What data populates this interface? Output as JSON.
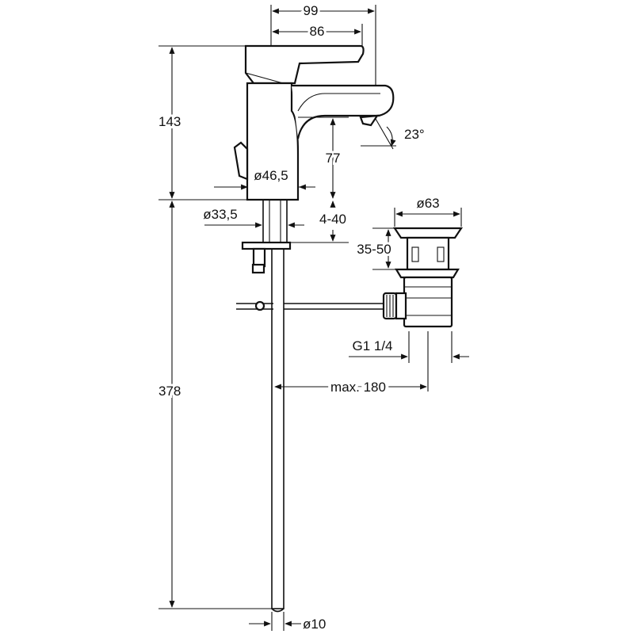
{
  "dimensions": {
    "width_total": "99",
    "width_lever": "86",
    "height_body": "143",
    "spout_height": "77",
    "spout_angle": "23°",
    "body_diameter": "ø46,5",
    "shank_diameter": "ø33,5",
    "thickness_range": "4-40",
    "waste_diameter": "ø63",
    "waste_height": "35-50",
    "thread": "G1 1/4",
    "rod_reach": "max. 180",
    "hose_length": "378",
    "rod_diameter": "ø10"
  }
}
